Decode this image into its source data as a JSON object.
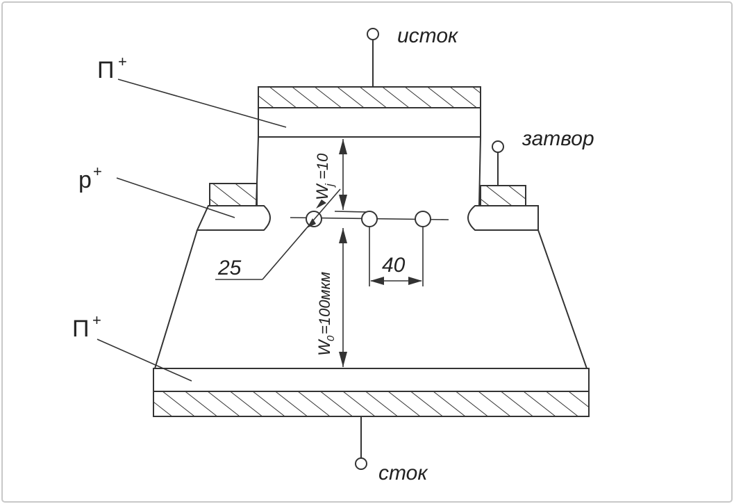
{
  "labels": {
    "source": "исток",
    "gate": "затвор",
    "drain": "сток",
    "n_plus_top": "П",
    "n_plus_bottom": "П",
    "p_plus": "p",
    "plus_sup": "+",
    "wj_main": "W",
    "wj_sub": "j",
    "wj_value": "=10",
    "w0_main": "W",
    "w0_sub": "0",
    "w0_value": "=100мкм",
    "dim_25": "25",
    "dim_40": "40"
  },
  "colors": {
    "line": "#333333",
    "border": "#c8c8c8",
    "background": "#ffffff"
  }
}
